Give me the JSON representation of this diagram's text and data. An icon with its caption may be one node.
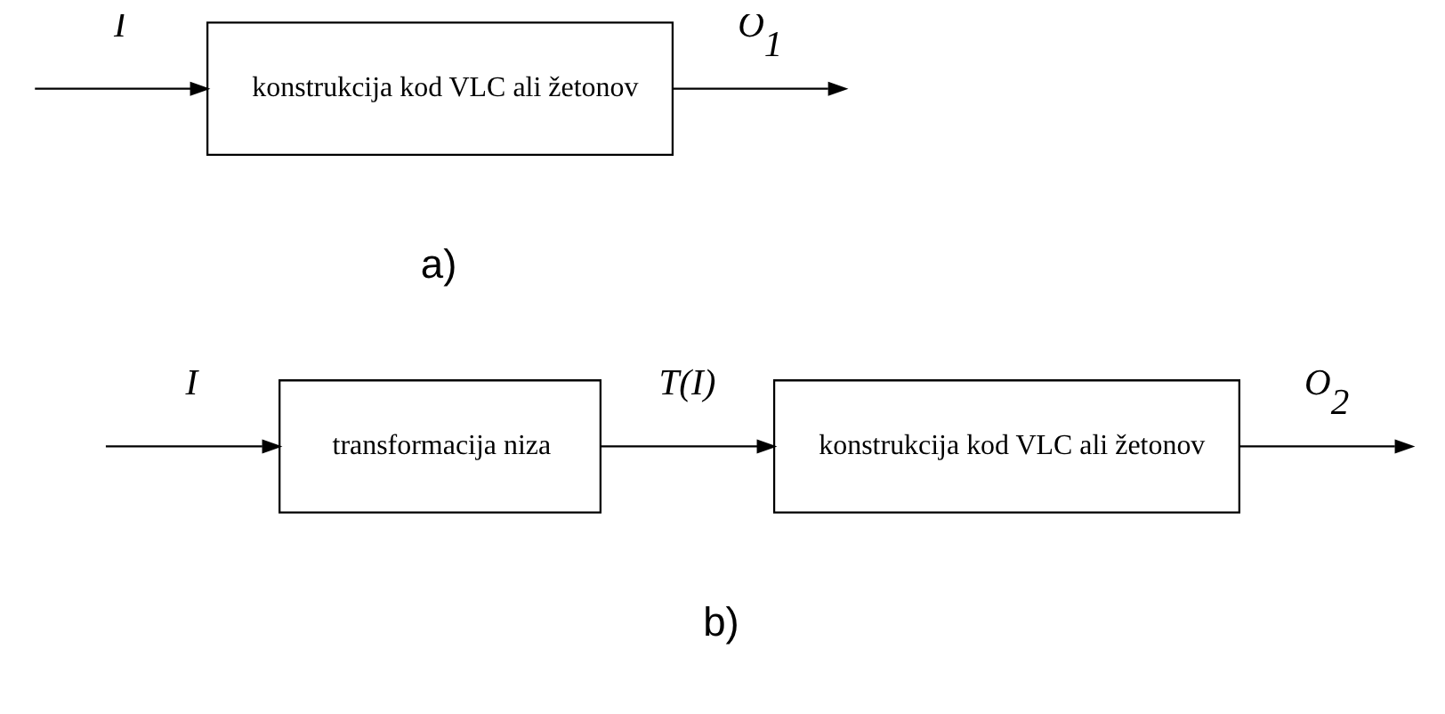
{
  "diagram": {
    "nodes": [
      {
        "text": [
          "konstrukcija kod VLC ali žetonov"
        ]
      },
      {
        "text": [
          "transformacija niza"
        ]
      },
      {
        "text": [
          "konstrukcija kod VLC ali žetonov"
        ]
      }
    ],
    "edges": [
      {
        "from": null,
        "to": 0,
        "arrow": "to",
        "label": "I"
      },
      {
        "from": 0,
        "to": null,
        "arrow": "to",
        "label": "O$_{1}$"
      },
      {
        "from": null,
        "to": 1,
        "arrow": "to",
        "label": "I"
      },
      {
        "from": 1,
        "to": 2,
        "arrow": "to",
        "label": "T(I)"
      },
      {
        "from": 2,
        "to": null,
        "arrow": "to",
        "label": "O$_{2}$"
      }
    ],
    "labels": [
      "a)",
      "b)"
    ]
  }
}
